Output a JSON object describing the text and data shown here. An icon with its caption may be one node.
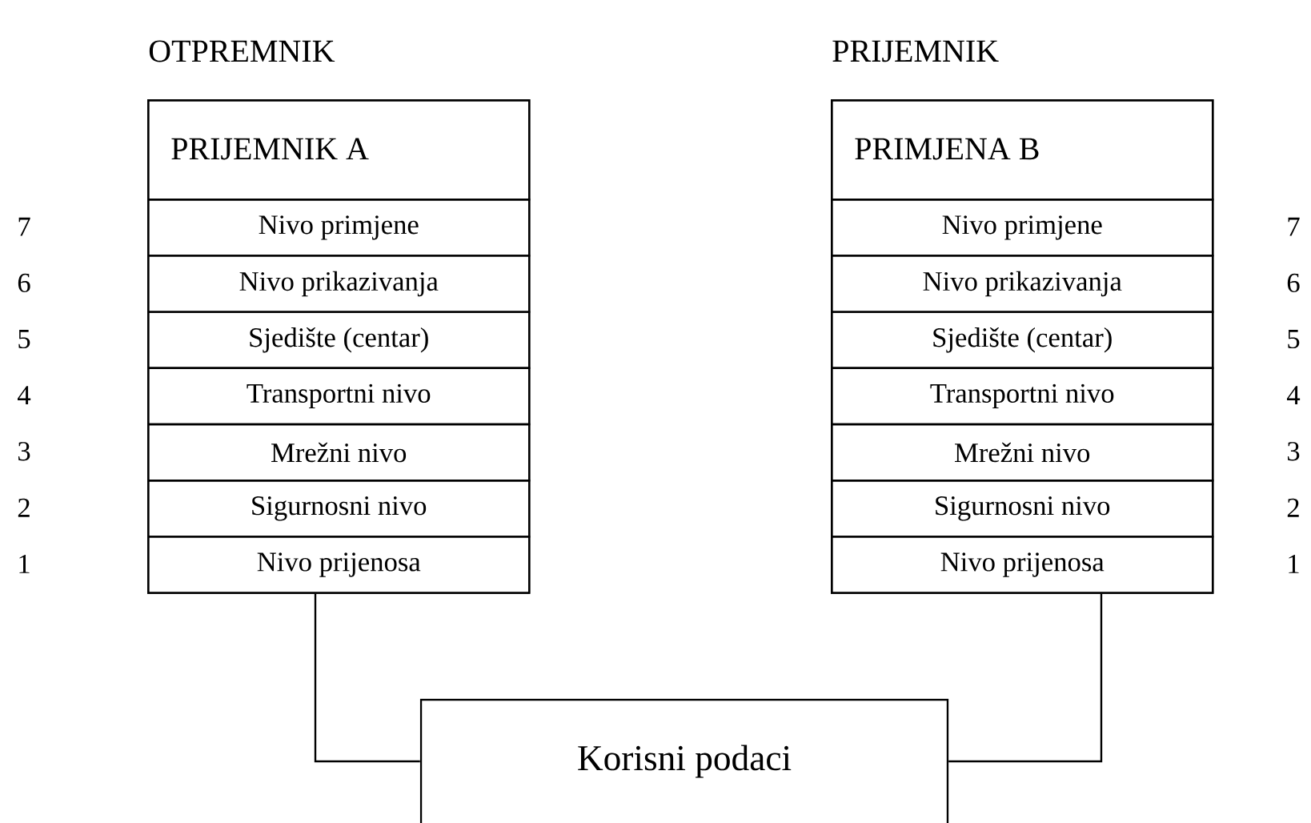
{
  "diagram": {
    "nodes": [
      {
        "text": [
          "OTPREMNIK"
        ]
      },
      {
        "text": [
          "PRIJEMNIK  A"
        ],
        "in": 0
      },
      {
        "text": [
          "Nivo  primjene"
        ],
        "in": 0
      },
      {
        "text": [
          "Nivo  prikazivanja"
        ],
        "in": 0
      },
      {
        "text": [
          "Sjedište (centar)"
        ],
        "in": 0
      },
      {
        "text": [
          "Transportni nivo"
        ],
        "in": 0
      },
      {
        "text": [
          "Mrežni  nivo"
        ],
        "in": 0
      },
      {
        "text": [
          "Sigurnosni  nivo"
        ],
        "in": 0
      },
      {
        "text": [
          "Nivo  prijenosa"
        ],
        "in": 0
      },
      {
        "text": [
          "PRIJEMNIK"
        ]
      },
      {
        "text": [
          "PRIMJENA  B"
        ],
        "in": 9
      },
      {
        "text": [
          "Nivo  primjene"
        ],
        "in": 9
      },
      {
        "text": [
          "Nivo  prikazivanja"
        ],
        "in": 9
      },
      {
        "text": [
          "Sjedište (centar)"
        ],
        "in": 9
      },
      {
        "text": [
          "Transportni nivo"
        ],
        "in": 9
      },
      {
        "text": [
          "Mrežni  nivo"
        ],
        "in": 9
      },
      {
        "text": [
          "Sigurnosni  nivo"
        ],
        "in": 9
      },
      {
        "text": [
          "Nivo  prijenosa"
        ],
        "in": 9
      },
      {
        "text": [
          "Korisni  podaci"
        ]
      }
    ],
    "edges": [
      {
        "from": 0,
        "to": 18,
        "arrow": "none"
      },
      {
        "from": 9,
        "to": 18,
        "arrow": "none"
      }
    ],
    "labels": [
      "7",
      "7",
      "6",
      "6",
      "5",
      "5",
      "4",
      "4",
      "3",
      "3",
      "2",
      "2",
      "1",
      "1"
    ]
  }
}
